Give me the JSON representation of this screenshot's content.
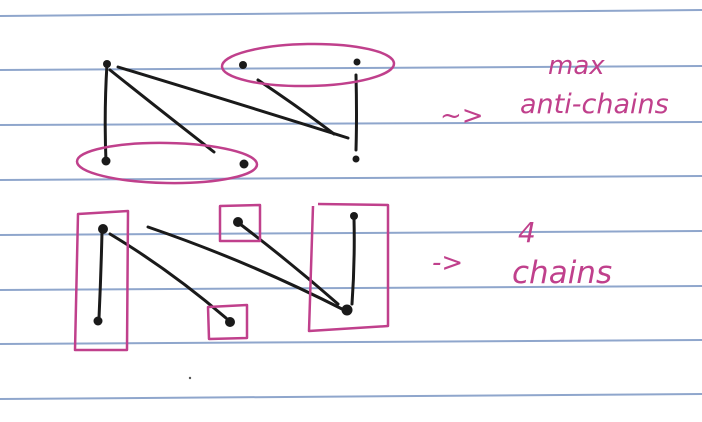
{
  "colors": {
    "paper": "#ffffff",
    "rule_lines": "#8fa6cc",
    "ink": "#1a1a1a",
    "pen": "#c0408c"
  },
  "top_panel": {
    "arrow": "~>",
    "label_line1": "max",
    "label_line2": "anti-chains"
  },
  "bottom_panel": {
    "arrow": "->",
    "label_line1": "4",
    "label_line2": "chains"
  }
}
